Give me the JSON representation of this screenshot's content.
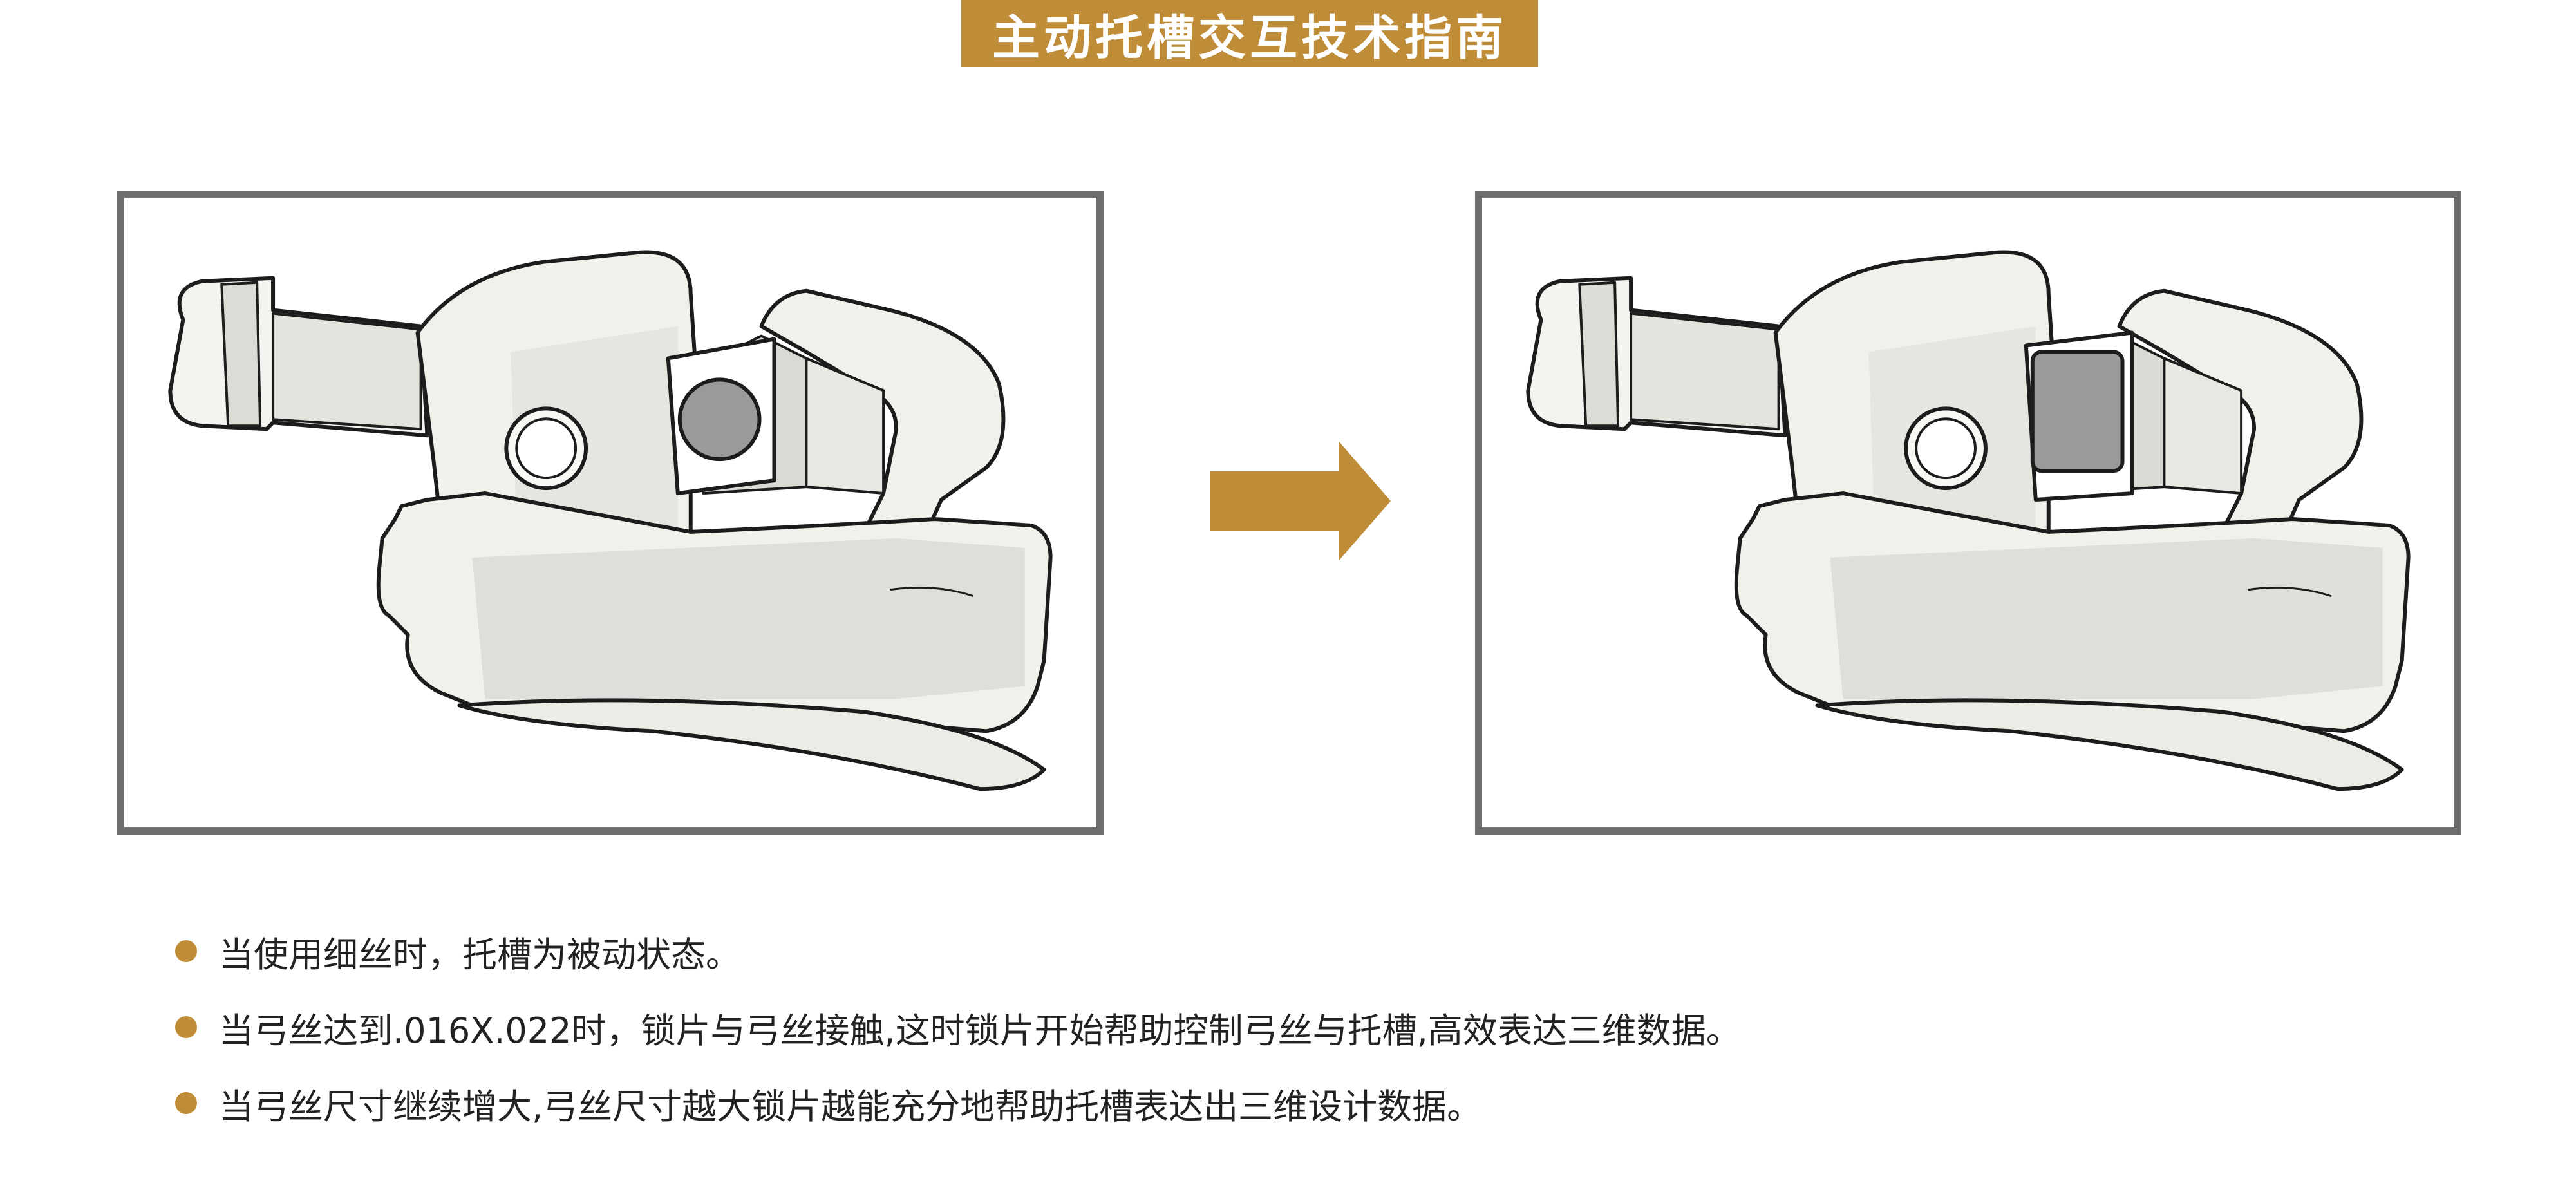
{
  "header": {
    "title": "主动托槽交互技术指南"
  },
  "figures": {
    "left": {
      "slot_state": "round-wire"
    },
    "right": {
      "slot_state": "rectangular-wire"
    },
    "arrow_icon": "arrow-right-icon"
  },
  "notes": [
    "当使用细丝时，托槽为被动状态。",
    "当弓丝达到.016X.022时，锁片与弓丝接触,这时锁片开始帮助控制弓丝与托槽,高效表达三维数据。",
    "当弓丝尺寸继续增大,弓丝尺寸越大锁片越能充分地帮助托槽表达出三维设计数据。"
  ],
  "colors": {
    "accent": "#bf8c38",
    "frame": "#6f6f6f",
    "bracket_fill": "#f1f1ec",
    "wire_fill": "#9a9a9a"
  }
}
